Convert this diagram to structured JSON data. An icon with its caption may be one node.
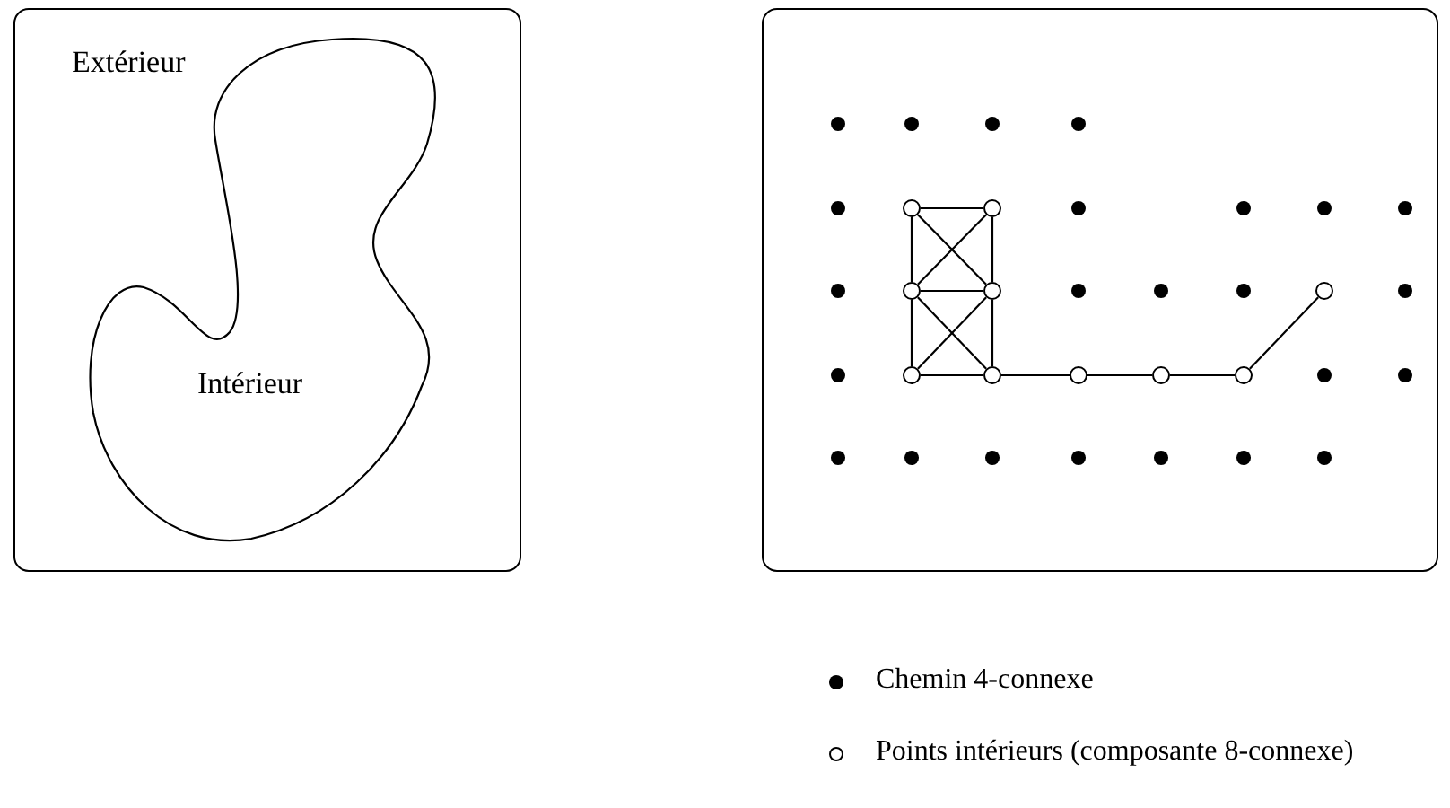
{
  "diagram": {
    "nodes": [
      {
        "text": [],
        "shape": "circle"
      },
      {
        "text": [],
        "shape": "circle"
      },
      {
        "text": [],
        "shape": "circle"
      },
      {
        "text": [],
        "shape": "circle"
      },
      {
        "text": [],
        "shape": "circle"
      },
      {
        "text": [],
        "shape": "circle"
      },
      {
        "text": [],
        "shape": "circle"
      },
      {
        "text": [],
        "shape": "circle"
      },
      {
        "text": [],
        "shape": "circle"
      },
      {
        "text": [],
        "shape": "circle"
      }
    ],
    "edges": [
      {
        "from": 0,
        "to": 1,
        "arrow": "none"
      },
      {
        "from": 0,
        "to": 2,
        "arrow": "none"
      },
      {
        "from": 0,
        "to": 3,
        "arrow": "none"
      },
      {
        "from": 1,
        "to": 2,
        "arrow": "none"
      },
      {
        "from": 1,
        "to": 3,
        "arrow": "none"
      },
      {
        "from": 2,
        "to": 3,
        "arrow": "none"
      },
      {
        "from": 2,
        "to": 5,
        "arrow": "none"
      },
      {
        "from": 2,
        "to": 6,
        "arrow": "none"
      },
      {
        "from": 3,
        "to": 5,
        "arrow": "none"
      },
      {
        "from": 3,
        "to": 6,
        "arrow": "none"
      },
      {
        "from": 5,
        "to": 6,
        "arrow": "none"
      },
      {
        "from": 6,
        "to": 7,
        "arrow": "none"
      },
      {
        "from": 7,
        "to": 8,
        "arrow": "none"
      },
      {
        "from": 8,
        "to": 9,
        "arrow": "none"
      },
      {
        "from": 9,
        "to": 4,
        "arrow": "none"
      }
    ],
    "labels": [
      "Extérieur",
      "Intérieur"
    ],
    "legend": [
      {
        "text": "Chemin 4-connexe"
      },
      {
        "text": "Points intérieurs (composante 8-connexe)"
      }
    ]
  }
}
